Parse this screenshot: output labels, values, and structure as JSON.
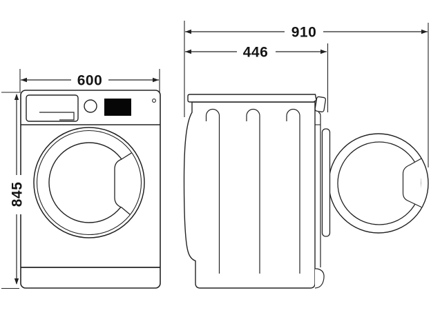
{
  "diagram": {
    "subject": "Front-loading washing machine technical dimension drawing, front view and side view with open door",
    "unit": "mm",
    "views": {
      "front": {
        "label": "front-view",
        "width_mm": "600",
        "height_mm": "845"
      },
      "side": {
        "label": "side-view-door-open",
        "depth_with_door_open_mm": "910",
        "depth_body_mm": "446"
      }
    },
    "colors": {
      "line": "#222222",
      "background": "#ffffff",
      "display_fill": "#060606"
    }
  }
}
